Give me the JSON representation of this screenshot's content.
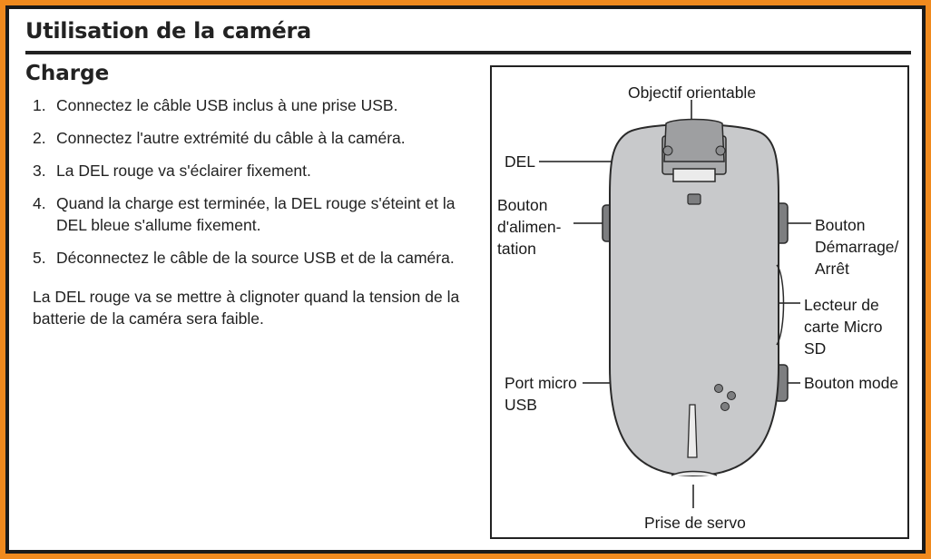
{
  "header": {
    "title": "Utilisation de la caméra"
  },
  "section": {
    "title": "Charge"
  },
  "steps": [
    {
      "num": "1.",
      "text": "Connectez le câble USB inclus à une prise USB."
    },
    {
      "num": "2.",
      "text": "Connectez l'autre extrémité du câble à la caméra."
    },
    {
      "num": "3.",
      "text": "La DEL rouge va s'éclairer fixement."
    },
    {
      "num": "4.",
      "text": "Quand la charge est terminée, la DEL rouge s'éteint et la DEL bleue s'allume fixement."
    },
    {
      "num": "5.",
      "text": "Déconnectez le câble de la source USB et de la caméra."
    }
  ],
  "note": "La DEL rouge va se mettre à clignoter quand la tension de la batterie de la caméra sera faible.",
  "diagram": {
    "labels": {
      "lens": "Objectif orientable",
      "led": "DEL",
      "power": "Bouton\nd'alimen-\ntation",
      "startstop": "Bouton\nDémarrage/\nArrêt",
      "sdcard": "Lecteur de\ncarte Micro SD",
      "mode": "Bouton mode",
      "usb": "Port micro\nUSB",
      "servo": "Prise de servo"
    },
    "colors": {
      "body": "#c8c9cb",
      "outline": "#2a2a2a",
      "dark": "#7d7e80"
    }
  }
}
